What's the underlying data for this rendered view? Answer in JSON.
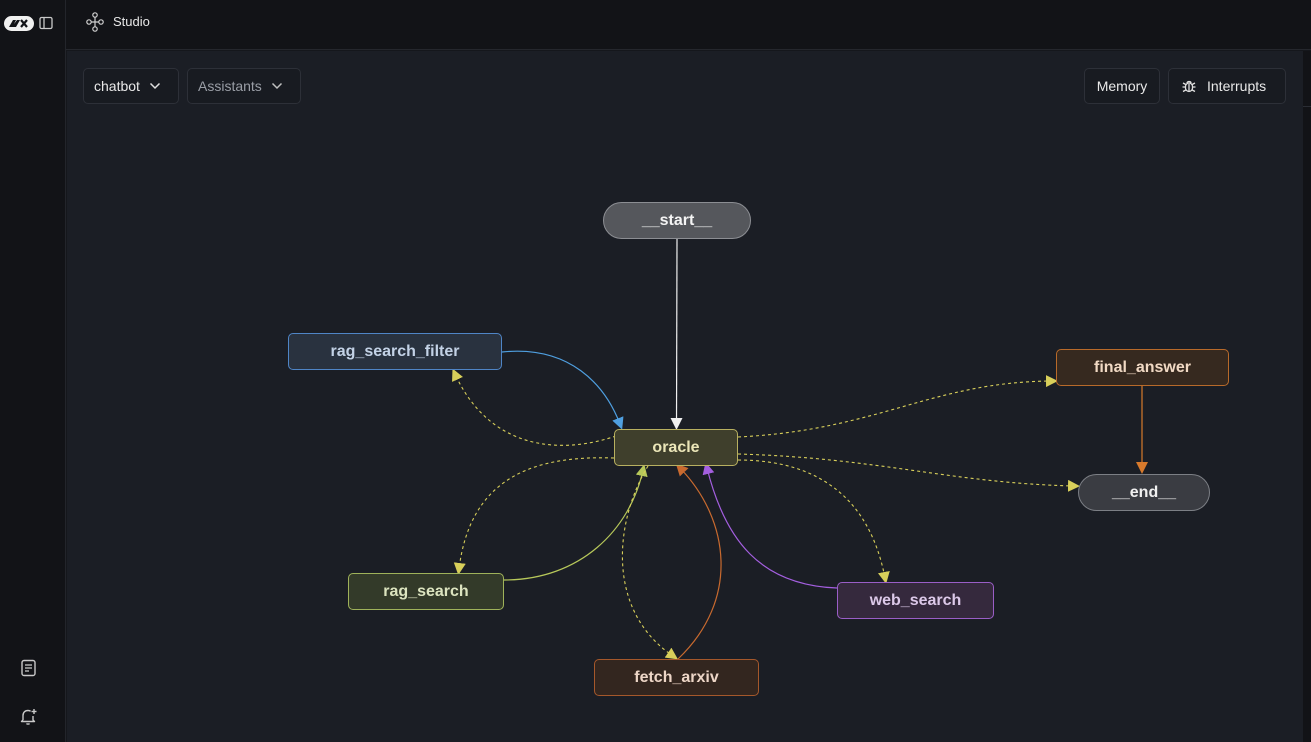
{
  "header": {
    "title": "Studio"
  },
  "toolbar": {
    "graph_select": "chatbot",
    "assistants_select": "Assistants",
    "memory_label": "Memory",
    "interrupts_label": "Interrupts"
  },
  "graph": {
    "nodes": {
      "start": "__start__",
      "oracle": "oracle",
      "rag_search_filter": "rag_search_filter",
      "final_answer": "final_answer",
      "end": "__end__",
      "rag_search": "rag_search",
      "web_search": "web_search",
      "fetch_arxiv": "fetch_arxiv"
    },
    "edge_colors": {
      "start": "#f0f0f0",
      "oracle": "#d8cf5a",
      "rag_search_filter": "#4f9fe0",
      "final_answer": "#d87a2c",
      "rag_search": "#b7c85a",
      "web_search": "#a45fe0",
      "fetch_arxiv": "#c96a2f"
    }
  },
  "icons": {
    "logo": "langchain-logo-icon",
    "sidebar_toggle": "sidebar-toggle-icon",
    "studio": "graph-nodes-icon",
    "docs": "document-icon",
    "notifications": "bell-plus-icon",
    "interrupts": "bug-icon",
    "dropdown": "chevron-down-icon"
  }
}
